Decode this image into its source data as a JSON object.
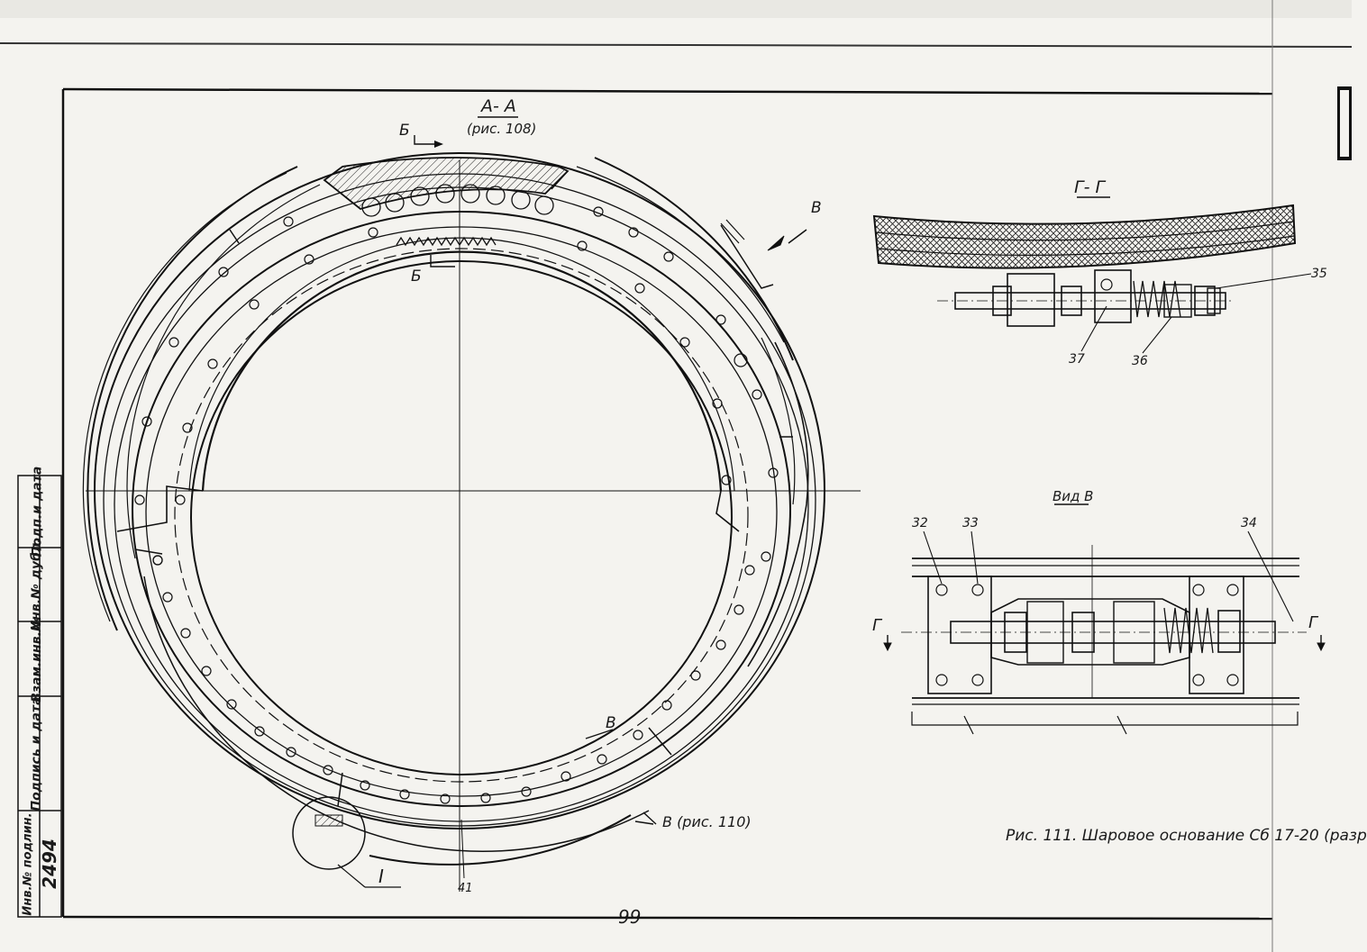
{
  "section_aa": {
    "title": "А- А",
    "ref": "(рис. 108)"
  },
  "section_gg": {
    "title": "Г- Г"
  },
  "view_v": {
    "title": "Вид В"
  },
  "cut_marks": {
    "b_top": "Б",
    "b_bottom": "Б",
    "v_arrow": "В",
    "v_side": "В",
    "v_ref": "В (рис. 110)"
  },
  "view_v_cut_labels": {
    "left": "Г",
    "right": "Г"
  },
  "callouts": {
    "n41": "41",
    "n35": "35",
    "n36": "36",
    "n37": "37",
    "n32": "32",
    "n33": "33",
    "n34": "34",
    "detail_I": "I"
  },
  "caption": "Рис. 111. Шаровое основание Сб 17-20 (разр",
  "page_number": "99",
  "stamp": {
    "cols": [
      "Инв.№ подлин.",
      "Подпись и дата",
      "Взам.инв.№",
      "Инв.№ дубл.",
      "Подп.и дата"
    ],
    "inv_number": "2494"
  }
}
